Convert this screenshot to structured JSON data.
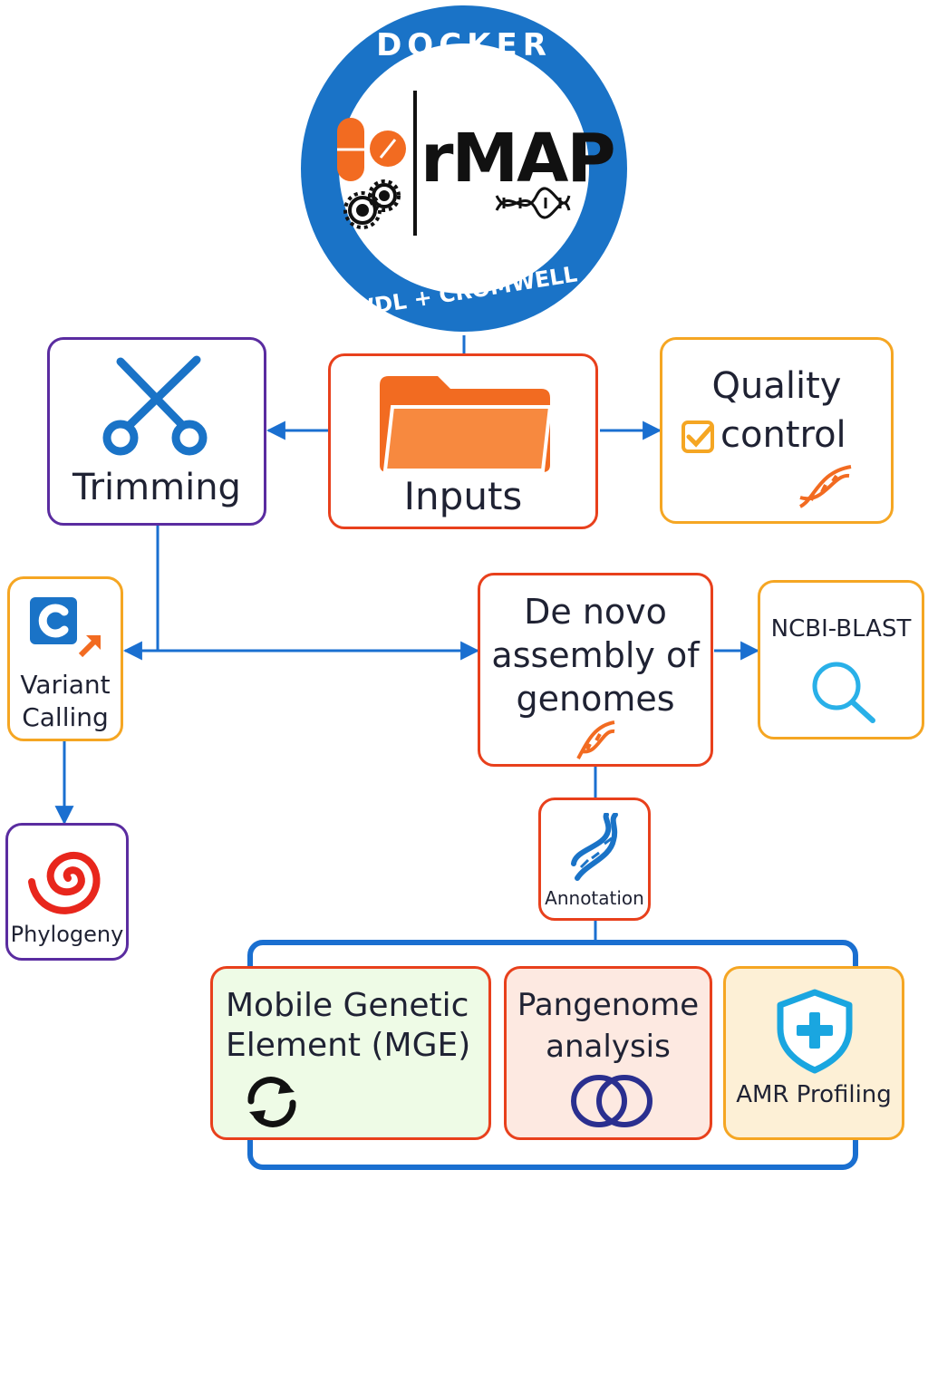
{
  "logo": {
    "top_text": "DOCKER",
    "bottom_text": "WDL + CROMWELL",
    "title": "rMAP",
    "colors": {
      "ring": "#1a73c7",
      "orange": "#f26b21"
    }
  },
  "nodes": {
    "trimming": {
      "label": "Trimming",
      "icon": "scissors-icon",
      "border": "#5a2ca0"
    },
    "inputs": {
      "label": "Inputs",
      "icon": "folder-icon",
      "border": "#e8401c"
    },
    "quality_control": {
      "label_line1": "Quality",
      "label_line2": "control",
      "icon": "checkbox-icon",
      "border": "#f5a623"
    },
    "variant_calling": {
      "label_line1": "Variant",
      "label_line2": "Calling",
      "icon": "variant-calling-icon",
      "border": "#f5a623"
    },
    "de_novo": {
      "label_line1": "De novo",
      "label_line2": "assembly of",
      "label_line3": "genomes",
      "icon": "dna-icon",
      "border": "#e8401c"
    },
    "ncbi_blast": {
      "label": "NCBI-BLAST",
      "icon": "magnifier-icon",
      "border": "#f5a623"
    },
    "phylogeny": {
      "label": "Phylogeny",
      "icon": "spiral-icon",
      "border": "#5a2ca0"
    },
    "annotation": {
      "label": "Annotation",
      "icon": "dna-helix-icon",
      "border": "#e8401c"
    },
    "mge": {
      "label_line1": "Mobile Genetic",
      "label_line2": "Element (MGE)",
      "icon": "sync-icon",
      "border": "#e8401c",
      "fill": "#eefbe6"
    },
    "pangenome": {
      "label_line1": "Pangenome",
      "label_line2": "analysis",
      "icon": "rings-icon",
      "border": "#e8401c",
      "fill": "#fde9e1"
    },
    "amr": {
      "label": "AMR Profiling",
      "icon": "shield-icon",
      "border": "#f5a623",
      "fill": "#fdf0d6"
    }
  },
  "colors": {
    "arrow": "#1a6fd0",
    "group_border": "#1a6fd0"
  }
}
